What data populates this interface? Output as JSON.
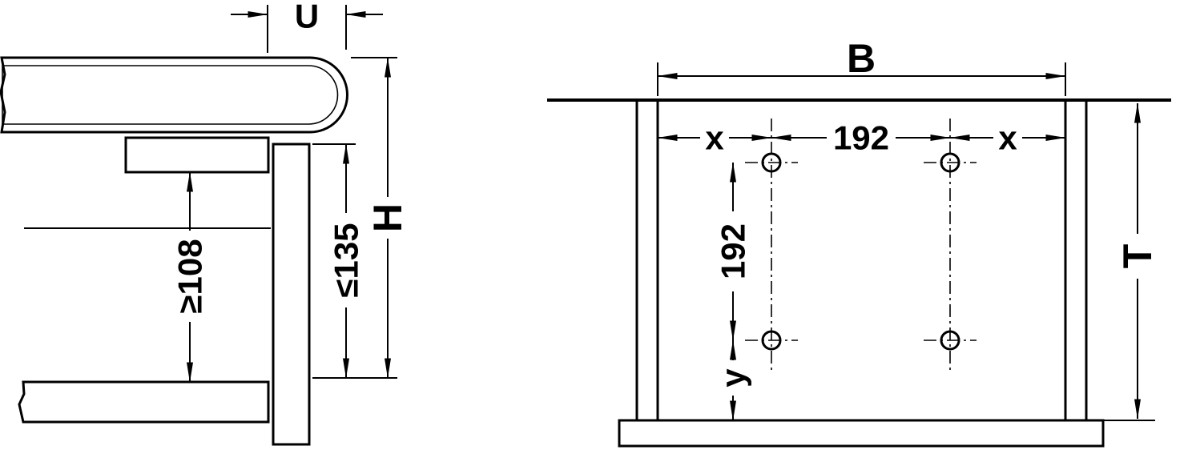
{
  "drawing": {
    "colors": {
      "line": "#000000",
      "background": "#ffffff"
    },
    "side_view": {
      "dims": {
        "u": "U",
        "h": "H",
        "max135": "≤135",
        "min108": "≥108"
      }
    },
    "front_view": {
      "dims": {
        "b": "B",
        "x_left": "x",
        "h192": "192",
        "x_right": "x",
        "v192": "192",
        "y": "y",
        "t": "T"
      }
    }
  }
}
